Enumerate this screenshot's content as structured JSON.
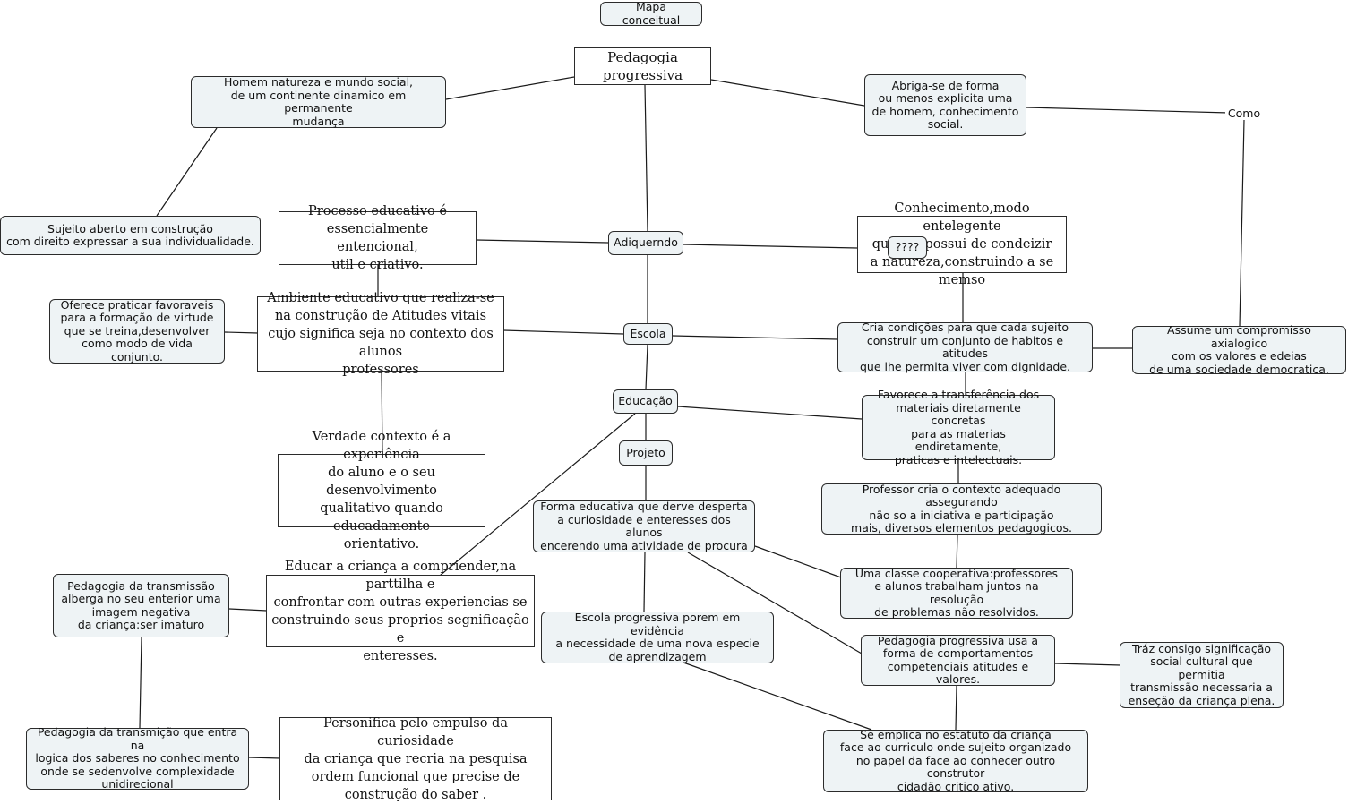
{
  "map_title": "Mapa conceitual",
  "nodes": {
    "pedagogia_progressiva": "Pedagogia progressiva",
    "homem_natureza": "Homem natureza e mundo social,\nde um continente dinamico em permanente\nmudança",
    "abriga_se": "Abriga-se de forma\nou menos explicita uma\nde homem, conhecimento\nsocial.",
    "como": "Como",
    "sujeito_aberto": "Sujeito aberto em construção\ncom direito   expressar a sua individualidade.",
    "processo_educativo": "Processo educativo é\nessencialmente entencional,\nutil e criativo.",
    "adiquerndo": "Adiquerndo",
    "conhecimento": "Conhecimento,modo entelegente\nque           em possui de condeizir\na natureza,construindo a se memso",
    "unknown": "????",
    "oferece": "Oferece praticar favoraveis\npara a formação de virtude\nque se treina,desenvolver\ncomo modo de vida conjunto.",
    "ambiente_educativo": "Ambiente educativo que realiza-se\nna construção de Atitudes vitais\ncujo significa seja no contexto dos alunos\nprofessores",
    "escola": "Escola",
    "cria_condicoes": "Cria condições para que cada sujeito\nconstruir um conjunto de habitos e atitudes\nque lhe permita viver com dignidade.",
    "assume": "Assume um compromisso axialogico\ncom os valores e edeias\nde uma sociedade democratica.",
    "educacao": "Educação",
    "favorece": "Favorece a transferência dos\nmateriais diretamente concretas\npara as materias endiretamente,\npraticas e intelectuais.",
    "projeto": "Projeto",
    "verdade_contexto": "Verdade contexto é a experiência\ndo aluno e o seu desenvolvimento\nqualitativo quando educadamente\norientativo.",
    "professor_cria": "Professor cria o contexto adequado assegurando\nnão so a iniciativa e participação\nmais, diversos elementos pedagogicos.",
    "forma_educativa": "Forma educativa que derve desperta\na curiosidade e enteresses dos alunos\nencerendo uma atividade de procura",
    "classe_cooperativa": "Uma classe cooperativa:professores\ne alunos trabalham juntos na resolução\nde problemas não resolvidos.",
    "pedagogia_transmissao": "Pedagogia da transmissão\nalberga no seu enterior uma\nimagem negativa\nda criança:ser imaturo",
    "educar_crianca": "Educar a criança a comprthe parttilha",
    "escola_progressiva": "Escola progressiva porem em evidência\na necessidade de uma nova especie\nde aprendizagem",
    "pedagogia_progressiva_usa": "Pedagogia progressiva usa a\nforma de comportamentos\ncompetenciais atitudes e valores.",
    "traz_consigo": "Tráz consigo significação\nsocial cultural que permitia\ntransmissão necessaria a\nenseção da criança plena.",
    "pedagogia_transmicao": "Pedagogia da transmição que entra na\nlogica dos saberes no conhecimento\nonde se  sedenvolve complexidade\nunidirecional",
    "personifica": "Personifica pelo empulso da curiosidade\nda criança que recria na pesquisa\nordem funcional que precise de\nconstrução do saber .",
    "se_emplica": "Se emplica no estatuto da criança\nface ao curriculo onde sujeito organizado\nno papel da face ao conhecer outro construtor\ncidadão critico ativo."
  }
}
